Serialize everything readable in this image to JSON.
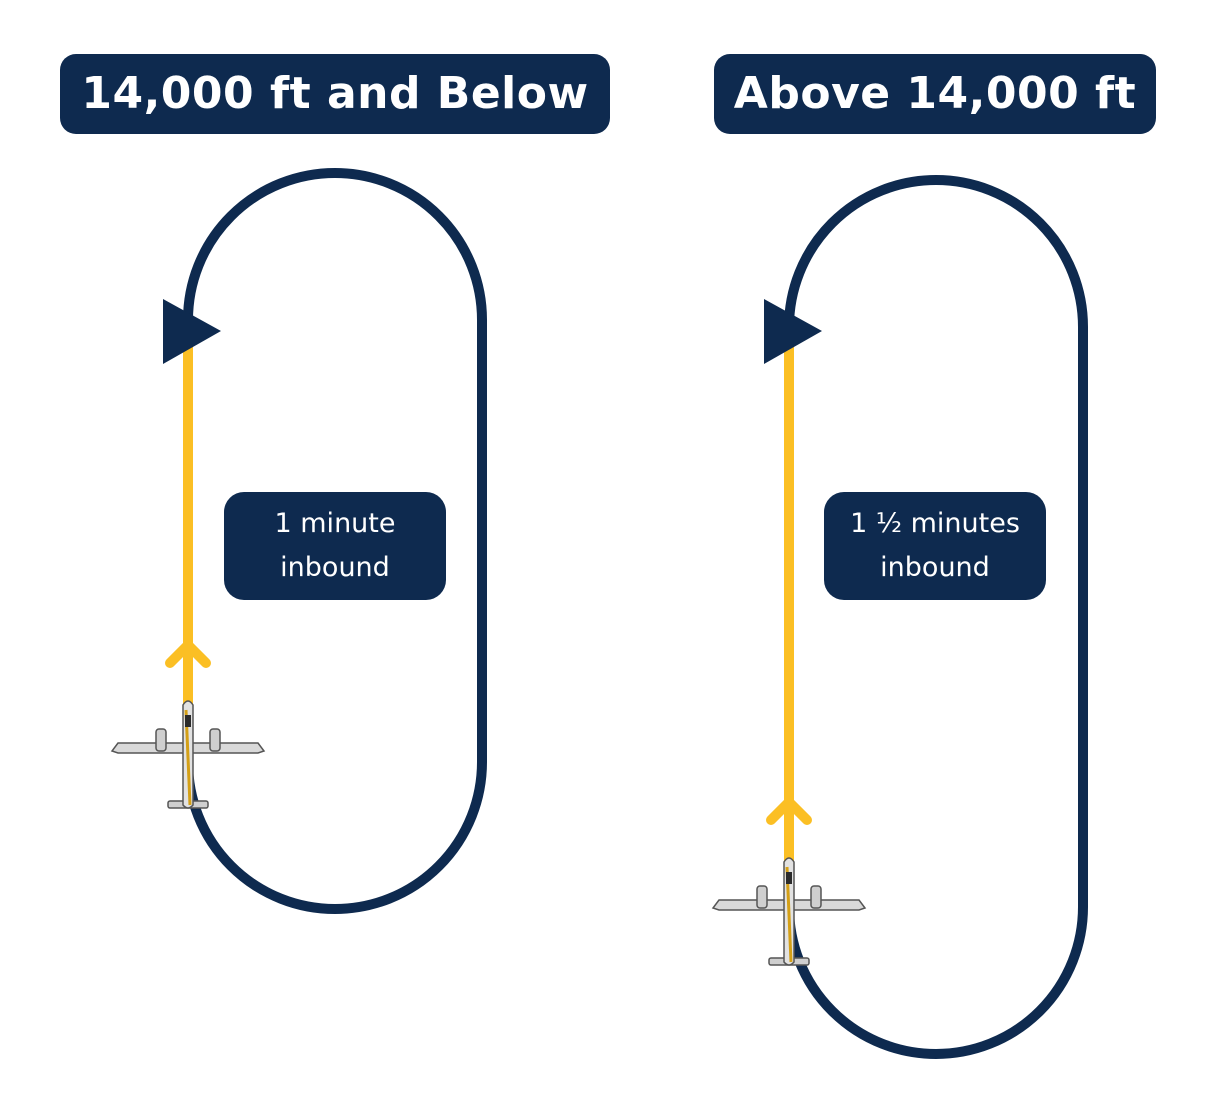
{
  "colors": {
    "navy": "#0e2a4f",
    "inbound_leg": "#fbbf24",
    "background": "#ffffff",
    "aircraft": "#d4d4d4"
  },
  "icons": {
    "aircraft": "twin-engine-airplane-icon",
    "fix": "holding-fix-triangle-icon",
    "direction": "chevron-up-arrow-icon"
  },
  "patterns": [
    {
      "title": "14,000 ft and Below",
      "timing_line1": "1 minute",
      "timing_line2": "inbound"
    },
    {
      "title": "Above 14,000 ft",
      "timing_line1": "1 ½ minutes",
      "timing_line2": "inbound"
    }
  ]
}
